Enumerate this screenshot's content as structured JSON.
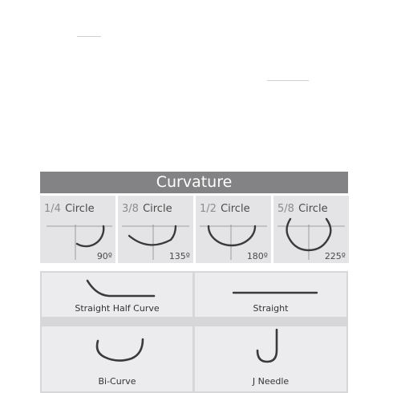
{
  "header": {
    "title": "Curvature"
  },
  "circles": [
    {
      "fraction": "1/4",
      "word": "Circle",
      "degrees": "90º"
    },
    {
      "fraction": "3/8",
      "word": "Circle",
      "degrees": "135º"
    },
    {
      "fraction": "1/2",
      "word": "Circle",
      "degrees": "180º"
    },
    {
      "fraction": "5/8",
      "word": "Circle",
      "degrees": "225º"
    }
  ],
  "shapes": [
    {
      "label": "Straight Half Curve"
    },
    {
      "label": "Straight"
    },
    {
      "label": "Bi-Curve"
    },
    {
      "label": "J Needle"
    }
  ],
  "colors": {
    "banner": "#838385",
    "panel": "#e4e4e6",
    "needle": "#3a3a3a",
    "guide": "#8a8a8a"
  }
}
